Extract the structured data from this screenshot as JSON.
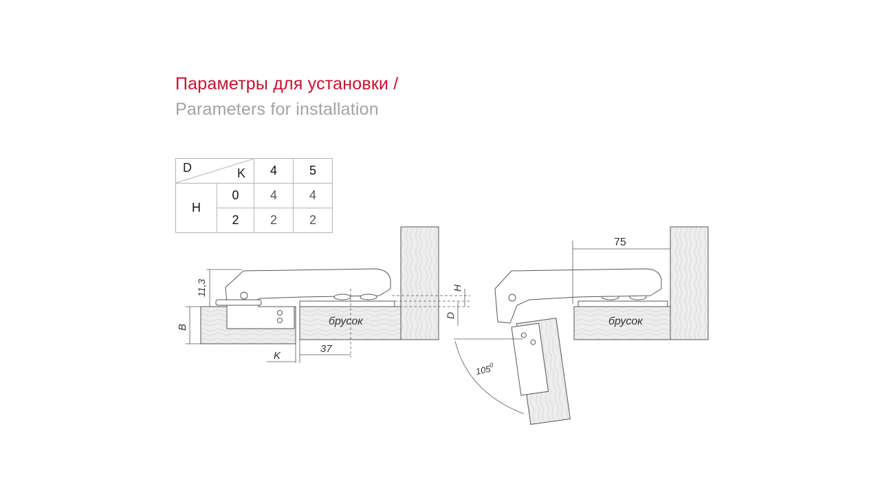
{
  "header": {
    "title_ru": "Параметры для установки /",
    "title_en": "Parameters for installation"
  },
  "params_table": {
    "corner_row_label": "D",
    "corner_col_label": "K",
    "row_group_label": "H",
    "col_headers": [
      "4",
      "5"
    ],
    "rows": [
      {
        "k": "0",
        "values": [
          "4",
          "4"
        ]
      },
      {
        "k": "2",
        "values": [
          "2",
          "2"
        ]
      }
    ]
  },
  "drawing": {
    "label_brusok": "брусок",
    "dim_11_3": "11,3",
    "dim_b": "B",
    "dim_k": "K",
    "dim_37": "37",
    "dim_h": "H",
    "dim_d": "D",
    "dim_75": "75",
    "angle": "105",
    "angle_unit": "0"
  },
  "colors": {
    "title_accent": "#c8102e",
    "subtitle": "#a3a3a3",
    "line": "#555555",
    "wood_fill": "#ececec"
  }
}
